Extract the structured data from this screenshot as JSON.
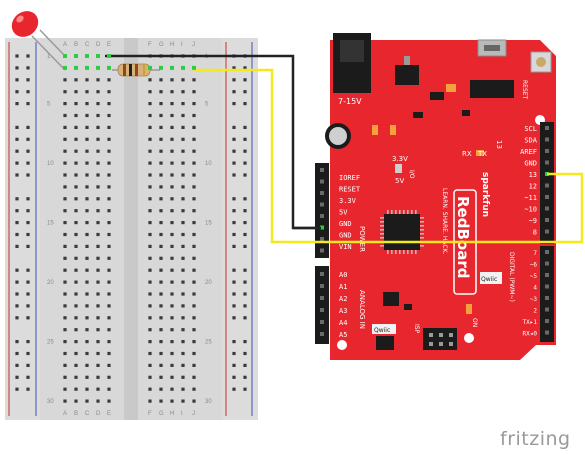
{
  "breadboard": {
    "columns_left": [
      "A",
      "B",
      "C",
      "D",
      "E"
    ],
    "columns_right": [
      "F",
      "G",
      "H",
      "I",
      "J"
    ],
    "row_numbers": [
      "1",
      "5",
      "10",
      "15",
      "20",
      "25",
      "30"
    ]
  },
  "board": {
    "brand": "sparkfun",
    "name": "RedBoard",
    "tagline": "LEARN. SHARE. HACK.",
    "power_jack_label": "7-15V",
    "reset_label": "RESET",
    "voltage_switch": [
      "3.3V",
      "I/O",
      "5V"
    ],
    "tx_label": "TX",
    "rx_label": "RX",
    "led13_label": "13",
    "qwiic_top": "Qwiic",
    "qwiic_bottom": "Qwiic",
    "isp_label": "ISP",
    "on_label": "ON",
    "power_header_label": "POWER",
    "analog_header_label": "ANALOG IN",
    "digital_header_label": "DIGITAL (PWM~)",
    "power_pins": [
      "IOREF",
      "RESET",
      "3.3V",
      "5V",
      "GND",
      "GND",
      "VIN"
    ],
    "analog_pins": [
      "A0",
      "A1",
      "A2",
      "A3",
      "A4",
      "A5"
    ],
    "digital_top_pins": [
      "SCL",
      "SDA",
      "AREF",
      "GND",
      "13",
      "12",
      "~11",
      "~10",
      "~9",
      "8"
    ],
    "digital_bottom_pins": [
      "7",
      "~6",
      "~5",
      "4",
      "~3",
      "2",
      "TX▸1",
      "RX◂0"
    ]
  },
  "watermark": "fritzing",
  "colors": {
    "board_red": "#e8262e",
    "wire_yellow": "#f2ea1c",
    "wire_black": "#222222",
    "breadboard": "#d6d6d6",
    "rail_red": "#c9312a",
    "rail_blue": "#3b55b6"
  }
}
